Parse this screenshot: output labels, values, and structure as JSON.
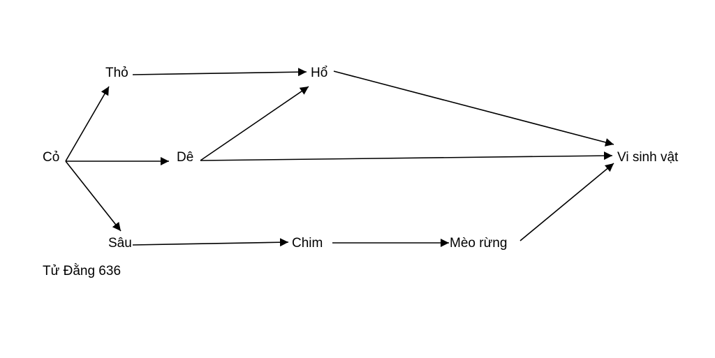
{
  "nodes": {
    "co": {
      "label": "Cỏ"
    },
    "tho": {
      "label": "Thỏ"
    },
    "de": {
      "label": "Dê"
    },
    "sau": {
      "label": "Sâu"
    },
    "ho": {
      "label": "Hổ"
    },
    "chim": {
      "label": "Chim"
    },
    "meo_rung": {
      "label": "Mèo rừng"
    },
    "vi_sinh_vat": {
      "label": "Vi sinh vật"
    }
  },
  "edges": [
    {
      "from": "co",
      "to": "tho"
    },
    {
      "from": "co",
      "to": "de"
    },
    {
      "from": "co",
      "to": "sau"
    },
    {
      "from": "tho",
      "to": "ho"
    },
    {
      "from": "de",
      "to": "ho"
    },
    {
      "from": "de",
      "to": "vi_sinh_vat"
    },
    {
      "from": "ho",
      "to": "vi_sinh_vat"
    },
    {
      "from": "sau",
      "to": "chim"
    },
    {
      "from": "chim",
      "to": "meo_rung"
    },
    {
      "from": "meo_rung",
      "to": "vi_sinh_vat"
    }
  ],
  "caption": "Tử  Đằng 636",
  "colors": {
    "line": "#000000",
    "background": "#ffffff"
  }
}
